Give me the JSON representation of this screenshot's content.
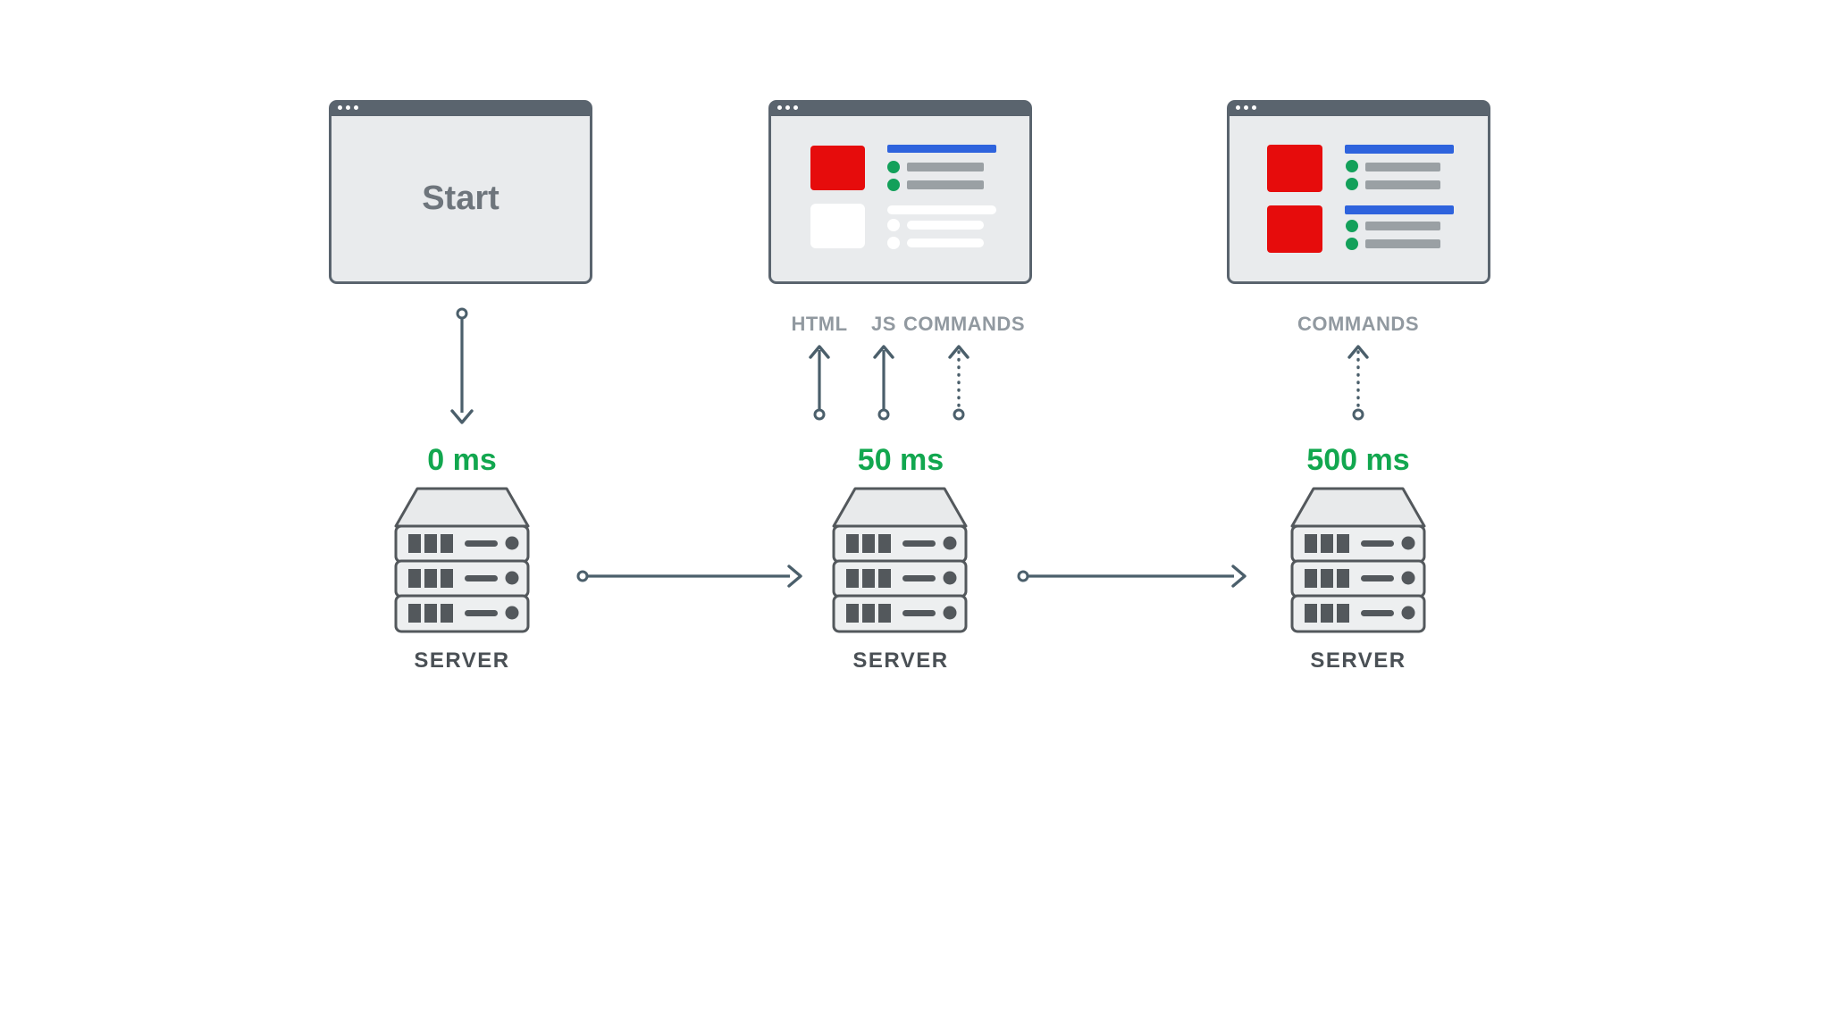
{
  "diagram": {
    "stages": [
      {
        "name": "request-start",
        "window_label": "Start",
        "time_label": "0 ms",
        "server_label": "SERVER"
      },
      {
        "name": "first-response",
        "arrow_labels": [
          "HTML",
          "JS",
          "COMMANDS"
        ],
        "time_label": "50 ms",
        "server_label": "SERVER"
      },
      {
        "name": "full-render",
        "arrow_labels": [
          "COMMANDS"
        ],
        "time_label": "500 ms",
        "server_label": "SERVER"
      }
    ],
    "colors": {
      "time_green": "#12a74f",
      "wireframe_red": "#e60c0c",
      "wireframe_blue": "#2e63dd",
      "wireframe_dot_green": "#13a05a",
      "wireframe_bar_gray": "#9aa0a4",
      "window_chrome": "#5a646e",
      "window_body": "#e9ebed",
      "arrow": "#4b5f6b",
      "arrow_label_gray": "#9199a0",
      "server_text": "#4a5055"
    },
    "icons": [
      "browser-window-icon",
      "server-icon",
      "arrow-down-icon",
      "arrow-up-icon",
      "arrow-up-dotted-icon",
      "arrow-right-icon",
      "window-dots-icon"
    ]
  }
}
